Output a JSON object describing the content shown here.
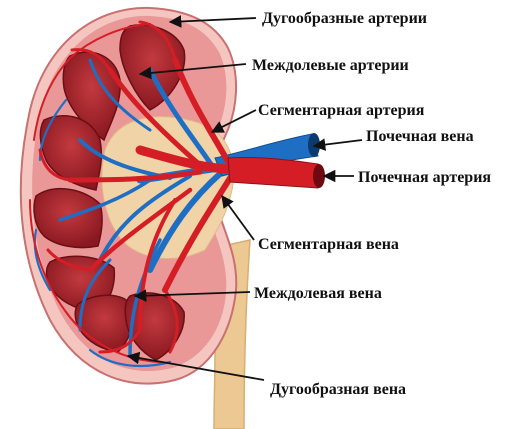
{
  "labels": {
    "arcuate_arteries": "Дугообразные артерии",
    "interlobar_arteries": "Междолевые артерии",
    "segmental_artery": "Сегментарная артерия",
    "renal_vein": "Почечная вена",
    "renal_artery": "Почечная артерия",
    "segmental_vein": "Сегментарная вена",
    "interlobar_vein": "Междолевая вена",
    "arcuate_vein": "Дугообразная вена"
  },
  "colors": {
    "cortex": "#e99797",
    "capsule": "#f5c6c0",
    "pyramid": "#9c1f27",
    "pelvis": "#f1d3a8",
    "ureter": "#ecc892",
    "artery": "#d51d26",
    "vein": "#1e6fc4",
    "text": "#111111"
  }
}
